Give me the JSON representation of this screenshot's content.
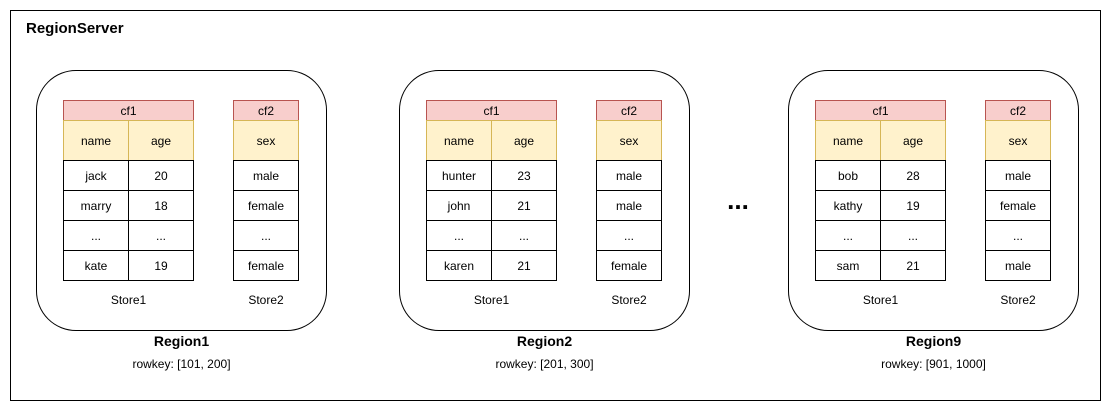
{
  "title": "RegionServer",
  "ellipsis": "...",
  "regions": [
    {
      "name": "Region1",
      "rowkey": "rowkey: [101, 200]",
      "store1": {
        "label": "Store1",
        "family": "cf1",
        "columns": [
          "name",
          "age"
        ],
        "rows": [
          [
            "jack",
            "20"
          ],
          [
            "marry",
            "18"
          ],
          [
            "...",
            "..."
          ],
          [
            "kate",
            "19"
          ]
        ]
      },
      "store2": {
        "label": "Store2",
        "family": "cf2",
        "columns": [
          "sex"
        ],
        "rows": [
          [
            "male"
          ],
          [
            "female"
          ],
          [
            "..."
          ],
          [
            "female"
          ]
        ]
      }
    },
    {
      "name": "Region2",
      "rowkey": "rowkey: [201, 300]",
      "store1": {
        "label": "Store1",
        "family": "cf1",
        "columns": [
          "name",
          "age"
        ],
        "rows": [
          [
            "hunter",
            "23"
          ],
          [
            "john",
            "21"
          ],
          [
            "...",
            "..."
          ],
          [
            "karen",
            "21"
          ]
        ]
      },
      "store2": {
        "label": "Store2",
        "family": "cf2",
        "columns": [
          "sex"
        ],
        "rows": [
          [
            "male"
          ],
          [
            "male"
          ],
          [
            "..."
          ],
          [
            "female"
          ]
        ]
      }
    },
    {
      "name": "Region9",
      "rowkey": "rowkey: [901, 1000]",
      "store1": {
        "label": "Store1",
        "family": "cf1",
        "columns": [
          "name",
          "age"
        ],
        "rows": [
          [
            "bob",
            "28"
          ],
          [
            "kathy",
            "19"
          ],
          [
            "...",
            "..."
          ],
          [
            "sam",
            "21"
          ]
        ]
      },
      "store2": {
        "label": "Store2",
        "family": "cf2",
        "columns": [
          "sex"
        ],
        "rows": [
          [
            "male"
          ],
          [
            "female"
          ],
          [
            "..."
          ],
          [
            "male"
          ]
        ]
      }
    }
  ]
}
